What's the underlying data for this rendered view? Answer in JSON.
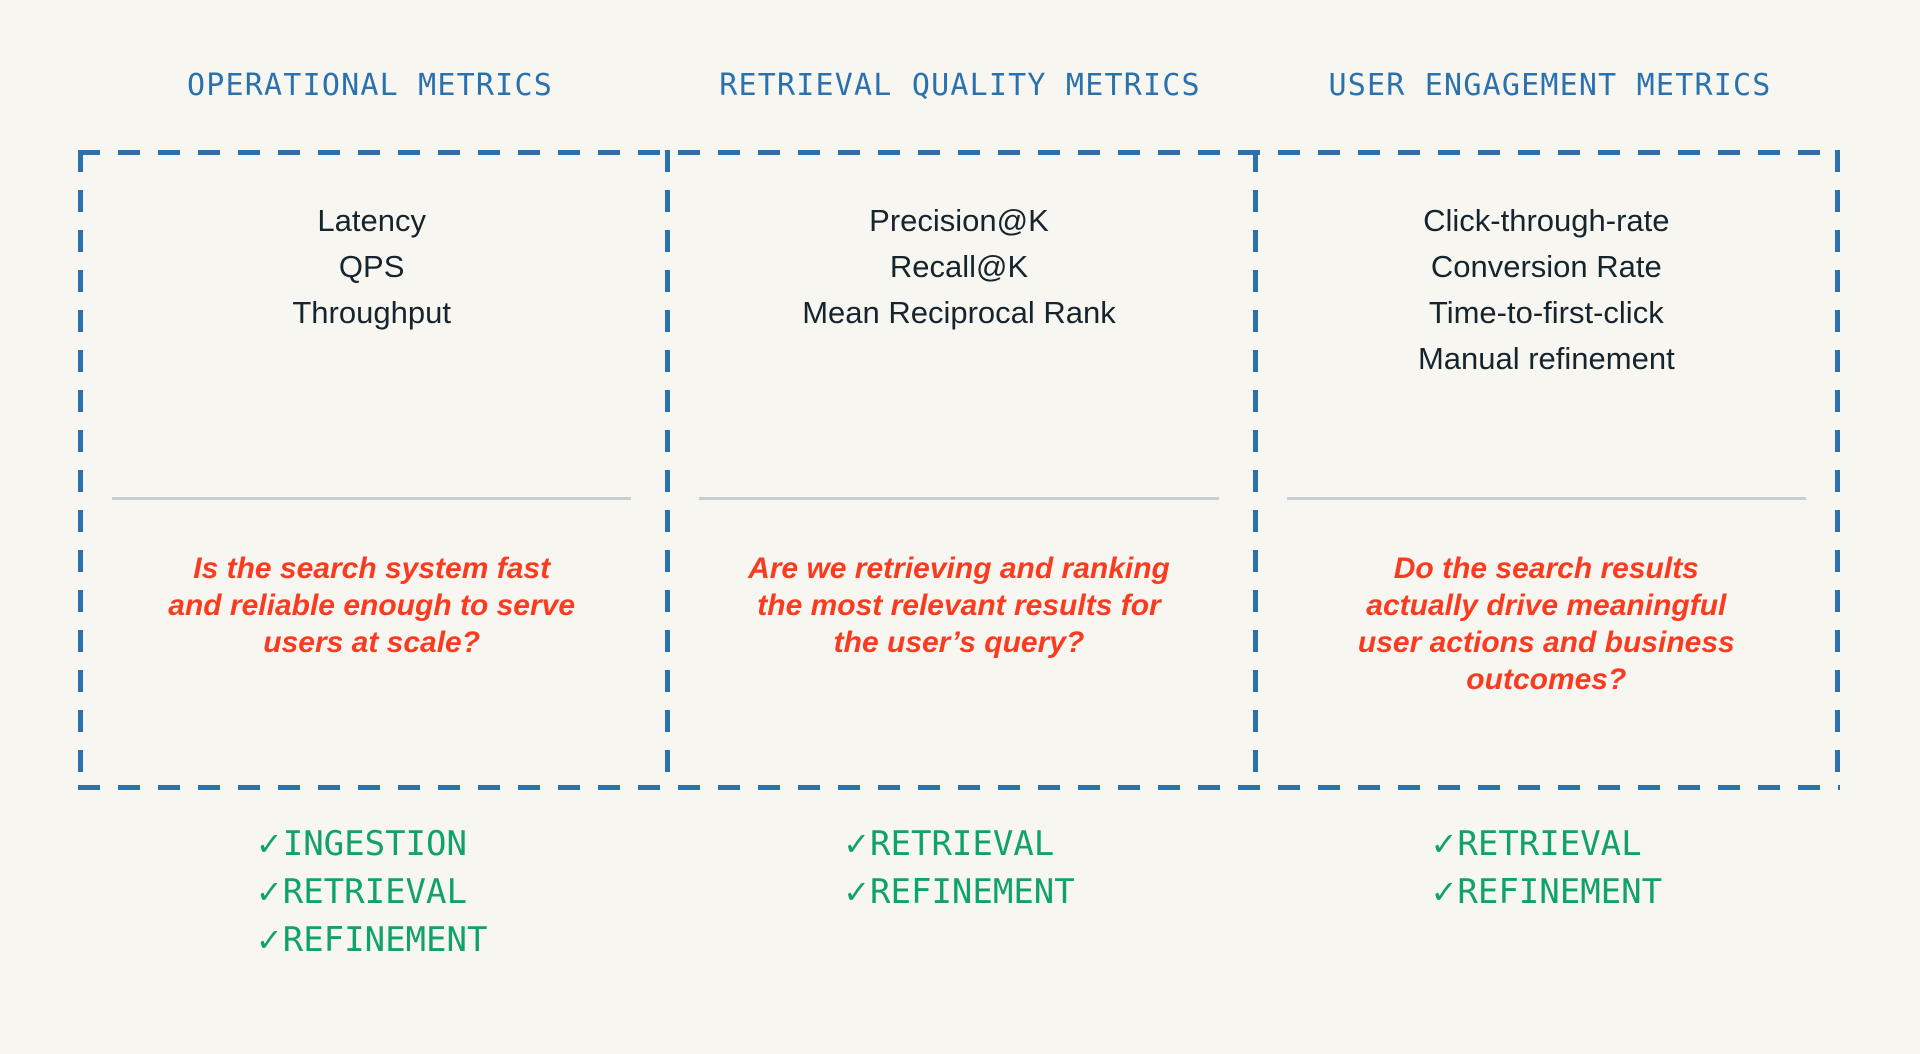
{
  "theme": {
    "background": "#f7f6f1",
    "header_blue": "#2b71ad",
    "metric_text": "#16242e",
    "question_red": "#fa3b20",
    "check_green": "#10a26a",
    "divider_gray": "#c6ced6"
  },
  "columns": [
    {
      "header": "OPERATIONAL METRICS",
      "metrics": [
        "Latency",
        "QPS",
        "Throughput"
      ],
      "question_lines": [
        "Is the search system fast",
        "and reliable enough to serve",
        "users at scale?"
      ],
      "checks": [
        {
          "mark": "✓",
          "label": "INGESTION"
        },
        {
          "mark": "✓",
          "label": "RETRIEVAL"
        },
        {
          "mark": "✓",
          "label": "REFINEMENT"
        }
      ]
    },
    {
      "header": "RETRIEVAL QUALITY METRICS",
      "metrics": [
        "Precision@K",
        "Recall@K",
        "Mean Reciprocal Rank"
      ],
      "question_lines": [
        "Are we retrieving and ranking",
        "the most relevant results for",
        "the user’s query?"
      ],
      "checks": [
        {
          "mark": "✓",
          "label": "RETRIEVAL"
        },
        {
          "mark": "✓",
          "label": "REFINEMENT"
        }
      ]
    },
    {
      "header": "USER ENGAGEMENT METRICS",
      "metrics": [
        "Click-through-rate",
        "Conversion Rate",
        "Time-to-first-click",
        "Manual refinement"
      ],
      "question_lines": [
        "Do the search results",
        "actually drive meaningful",
        "user actions and business",
        "outcomes?"
      ],
      "checks": [
        {
          "mark": "✓",
          "label": "RETRIEVAL"
        },
        {
          "mark": "✓",
          "label": "REFINEMENT"
        }
      ]
    }
  ]
}
